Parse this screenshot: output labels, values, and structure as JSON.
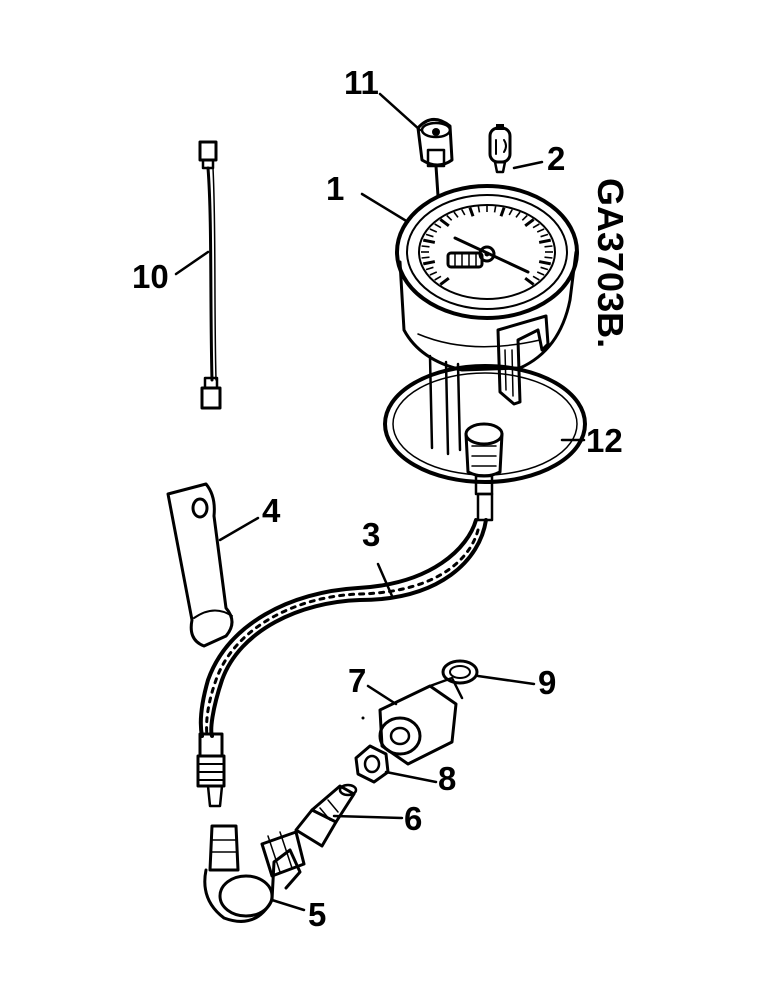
{
  "drawing": {
    "code": "GA3703B.",
    "callouts": [
      {
        "id": "1",
        "part": "gauge"
      },
      {
        "id": "2",
        "part": "bulb"
      },
      {
        "id": "3",
        "part": "capillary-hose"
      },
      {
        "id": "4",
        "part": "bracket"
      },
      {
        "id": "5",
        "part": "elbow-fitting"
      },
      {
        "id": "6",
        "part": "sender-body"
      },
      {
        "id": "7",
        "part": "coupling-nut"
      },
      {
        "id": "8",
        "part": "nut"
      },
      {
        "id": "9",
        "part": "washer"
      },
      {
        "id": "10",
        "part": "wire-harness"
      },
      {
        "id": "11",
        "part": "bulb-socket"
      },
      {
        "id": "12",
        "part": "gauge-clamp-ring"
      }
    ]
  }
}
